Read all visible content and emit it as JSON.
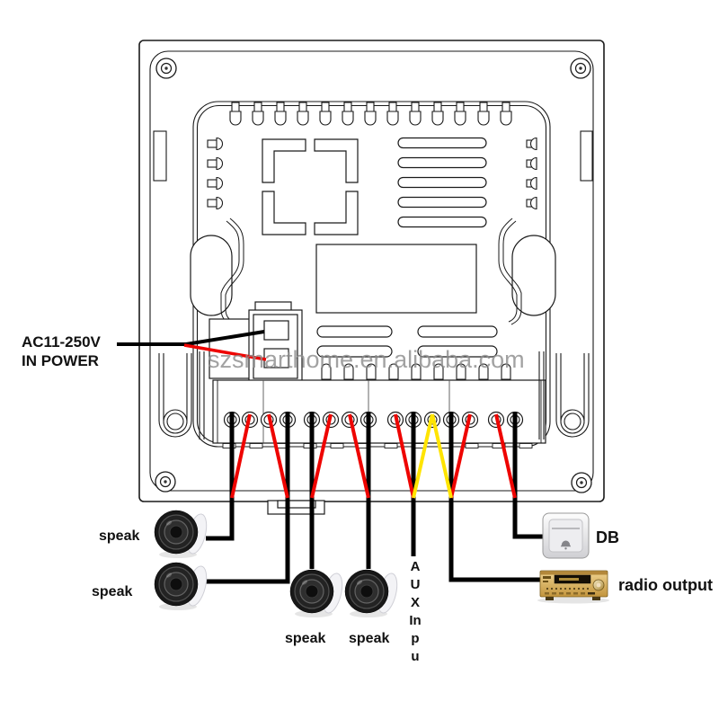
{
  "power": {
    "line1": "AC11-250V",
    "line2": "IN POWER"
  },
  "speakers": [
    {
      "label": "speak"
    },
    {
      "label": "speak"
    },
    {
      "label": "speak"
    },
    {
      "label": "speak"
    }
  ],
  "aux_input": {
    "letters": [
      "A",
      "U",
      "X",
      "In",
      "p",
      "u"
    ]
  },
  "db_label": "DB",
  "radio_label": "radio output",
  "watermark": "szsmarthome.en.alibaba.com",
  "device": {
    "terminal_count": 15,
    "connections": [
      {
        "terminals": [
          1,
          2
        ],
        "wire_colors": [
          "black",
          "red"
        ],
        "connected_device": "speak"
      },
      {
        "terminals": [
          3,
          4
        ],
        "wire_colors": [
          "red",
          "black"
        ],
        "connected_device": "speak"
      },
      {
        "terminals": [
          5,
          6
        ],
        "wire_colors": [
          "black",
          "red"
        ],
        "connected_device": "speak"
      },
      {
        "terminals": [
          7,
          8
        ],
        "wire_colors": [
          "red",
          "black"
        ],
        "connected_device": "speak"
      },
      {
        "terminals": [
          9,
          10,
          11
        ],
        "wire_colors": [
          "red",
          "black",
          "yellow"
        ],
        "connected_device": "AUX Input"
      },
      {
        "terminals": [
          11,
          12,
          13
        ],
        "wire_colors": [
          "yellow",
          "black",
          "red"
        ],
        "connected_device": "radio output"
      },
      {
        "terminals": [
          14,
          15
        ],
        "wire_colors": [
          "red",
          "black"
        ],
        "connected_device": "DB"
      }
    ],
    "power_input": "AC11-250V IN POWER"
  },
  "colors": {
    "wire_black": "#000000",
    "wire_red": "#ee0400",
    "wire_yellow": "#ffe400",
    "outline": "#1a1a1a",
    "watermark_gray": "#8c8c8c",
    "amp_gold": "#d9ab55"
  }
}
